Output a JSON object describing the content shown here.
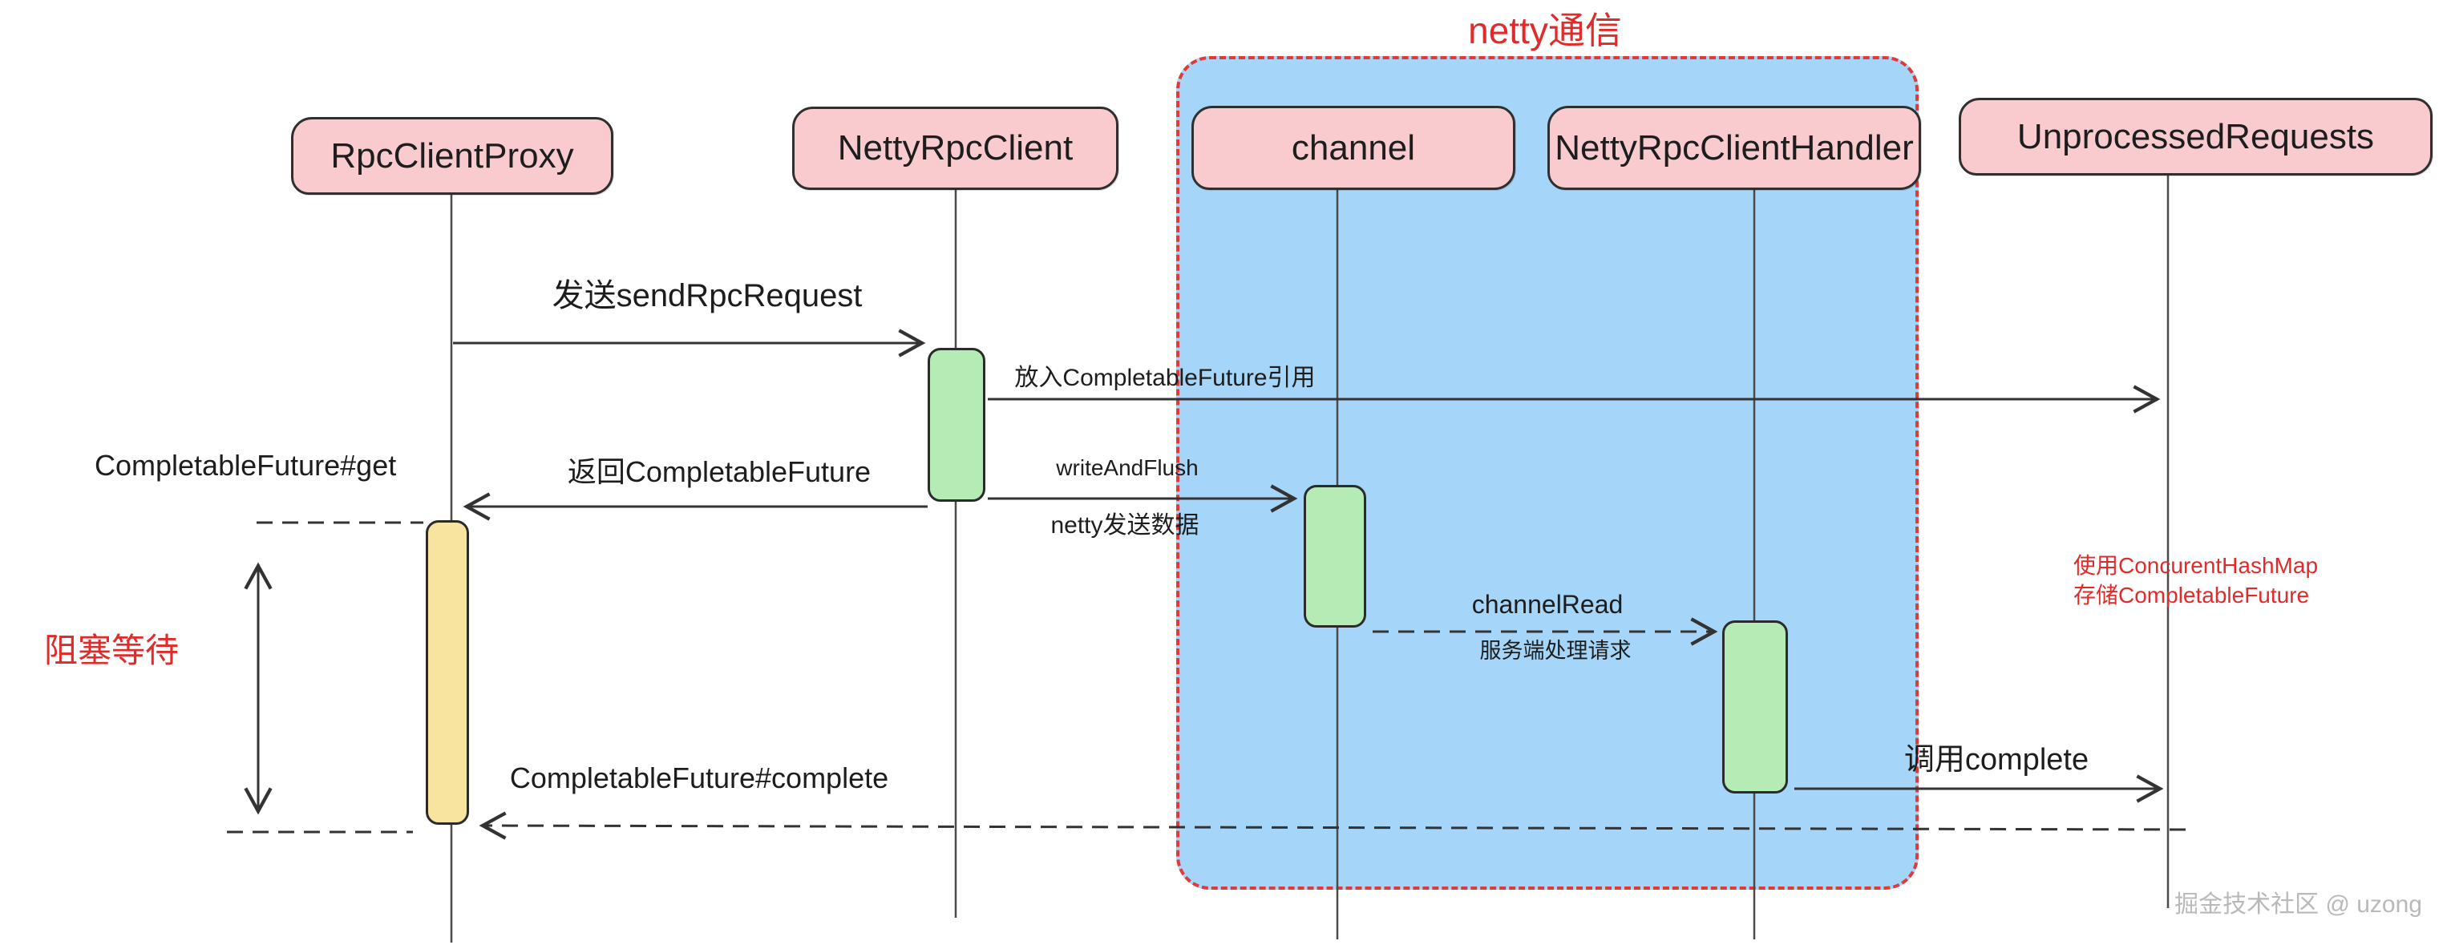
{
  "diagram_title": "netty通信",
  "actors": [
    {
      "label": "RpcClientProxy"
    },
    {
      "label": "NettyRpcClient"
    },
    {
      "label": "channel"
    },
    {
      "label": "NettyRpcClientHandler"
    },
    {
      "label": "UnprocessedRequests"
    }
  ],
  "messages": {
    "send_rpc_request": "发送sendRpcRequest",
    "put_completable_future": "放入CompletableFuture引用",
    "return_completable_future": "返回CompletableFuture",
    "write_and_flush": "writeAndFlush",
    "netty_send_data": "netty发送数据",
    "channel_read": "channelRead",
    "server_handle_request": "服务端处理请求",
    "call_complete": "调用complete",
    "future_complete": "CompletableFuture#complete",
    "future_get": "CompletableFuture#get"
  },
  "notes": {
    "blocking_wait": "阻塞等待",
    "map_note_line1": "使用ConcurentHashMap",
    "map_note_line2": "存储CompletableFuture"
  },
  "watermark": "掘金技术社区 @ uzong",
  "colors": {
    "actor_fill": "#f9cbce",
    "group_fill": "#a5d5f8",
    "group_border": "#e03a3a",
    "activation_request": "#b5ecb5",
    "activation_wait": "#f8e49f",
    "accent_red": "#e02b2b",
    "line": "#333333"
  }
}
